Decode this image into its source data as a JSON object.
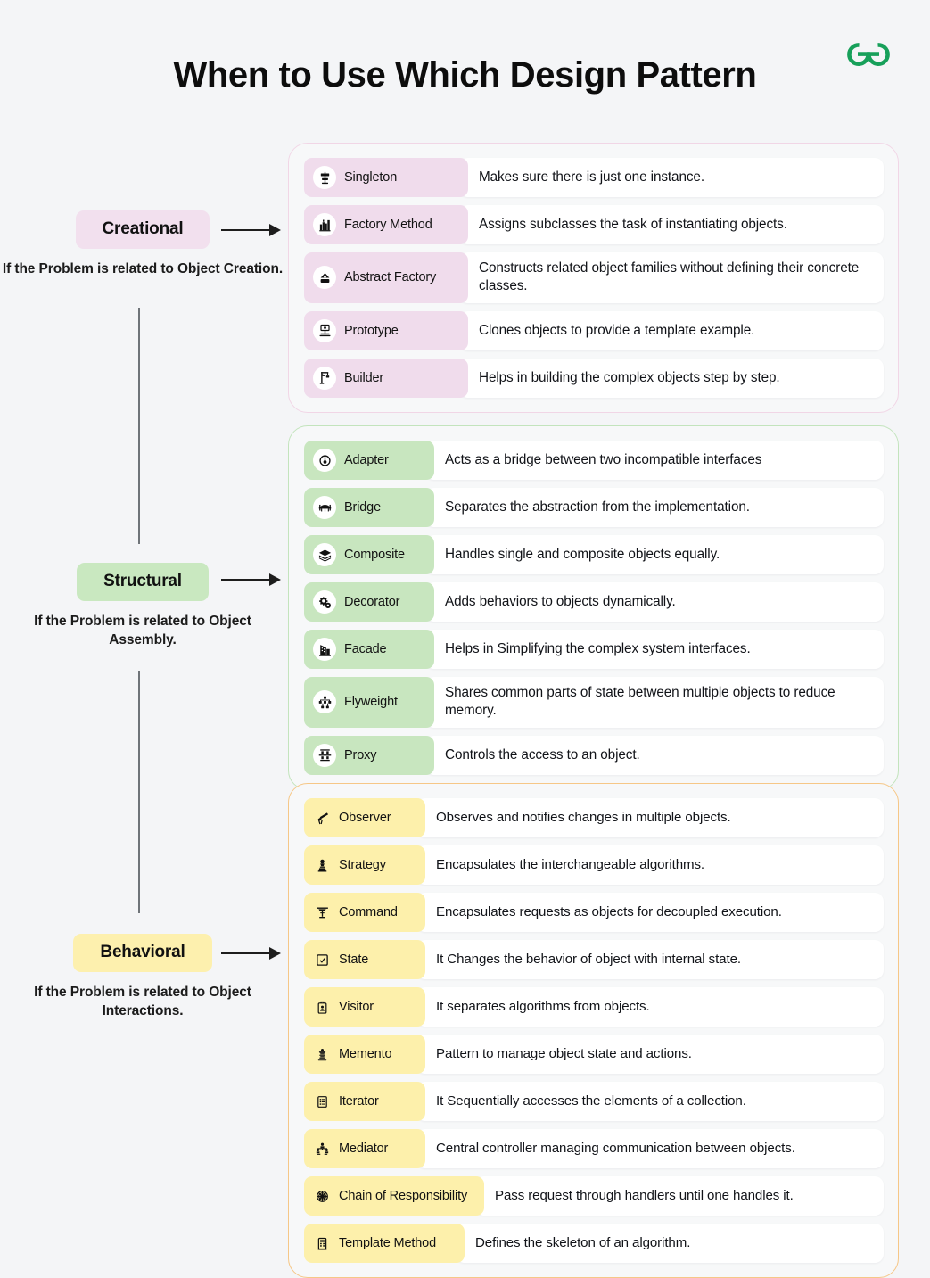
{
  "header": {
    "title": "When to Use Which Design Pattern",
    "logo_name": "geeksforgeeks-logo",
    "logo_color": "#17a05a"
  },
  "theme": {
    "background": "#f4f5f7",
    "creational_accent": "#f0dcec",
    "creational_border": "#f1d6e6",
    "structural_accent": "#c8e6bf",
    "structural_border": "#c3e4bd",
    "behavioral_accent": "#fdf0ab",
    "behavioral_border": "#f6c787",
    "connector_line": "#6f7479"
  },
  "categories": [
    {
      "id": "creational",
      "label": "Creational",
      "subtitle": "If the Problem is related to Object Creation.",
      "patterns": [
        {
          "icon": "signpost-icon",
          "name": "Singleton",
          "description": "Makes sure there is just one instance."
        },
        {
          "icon": "factory-icon",
          "name": "Factory Method",
          "description": "Assigns subclasses the task of instantiating objects."
        },
        {
          "icon": "abstract-shape-icon",
          "name": "Abstract Factory",
          "description": "Constructs related object families without defining their concrete classes."
        },
        {
          "icon": "prototype-icon",
          "name": "Prototype",
          "description": "Clones objects to provide a template example."
        },
        {
          "icon": "builder-crane-icon",
          "name": "Builder",
          "description": "Helps in building the complex objects step by step."
        }
      ]
    },
    {
      "id": "structural",
      "label": "Structural",
      "subtitle": "If the Problem is related to Object Assembly.",
      "patterns": [
        {
          "icon": "plug-adapter-icon",
          "name": "Adapter",
          "description": "Acts as a bridge between two incompatible interfaces"
        },
        {
          "icon": "bridge-icon",
          "name": "Bridge",
          "description": "Separates the abstraction from the implementation."
        },
        {
          "icon": "layers-icon",
          "name": "Composite",
          "description": "Handles single and composite objects equally."
        },
        {
          "icon": "gears-icon",
          "name": "Decorator",
          "description": "Adds behaviors to objects dynamically."
        },
        {
          "icon": "building-icon",
          "name": "Facade",
          "description": "Helps in Simplifying the complex system interfaces."
        },
        {
          "icon": "network-icon",
          "name": "Flyweight",
          "description": "Shares common parts of state between multiple objects to reduce memory."
        },
        {
          "icon": "grid-nodes-icon",
          "name": "Proxy",
          "description": "Controls the access to an object."
        }
      ]
    },
    {
      "id": "behavioral",
      "label": "Behavioral",
      "subtitle": "If the Problem is related to Object Interactions.",
      "patterns": [
        {
          "icon": "telescope-icon",
          "name": "Observer",
          "description": "Observes and notifies changes in multiple objects."
        },
        {
          "icon": "chess-pawn-icon",
          "name": "Strategy",
          "description": "Encapsulates the interchangeable algorithms."
        },
        {
          "icon": "terminal-icon",
          "name": "Command",
          "description": "Encapsulates requests as objects for decoupled execution."
        },
        {
          "icon": "state-box-icon",
          "name": "State",
          "description": "It Changes the behavior of object with internal state."
        },
        {
          "icon": "badge-id-icon",
          "name": "Visitor",
          "description": "It separates algorithms from objects."
        },
        {
          "icon": "monument-icon",
          "name": "Memento",
          "description": "Pattern to manage object state and actions."
        },
        {
          "icon": "list-doc-icon",
          "name": "Iterator",
          "description": "It Sequentially accesses the elements of a collection."
        },
        {
          "icon": "people-link-icon",
          "name": "Mediator",
          "description": "Central controller managing communication between objects."
        },
        {
          "icon": "chain-link-icon",
          "name": "Chain of Responsibility",
          "description": "Pass request through handlers until one handles it."
        },
        {
          "icon": "template-icon",
          "name": "Template Method",
          "description": "Defines the skeleton of an algorithm."
        }
      ]
    }
  ]
}
